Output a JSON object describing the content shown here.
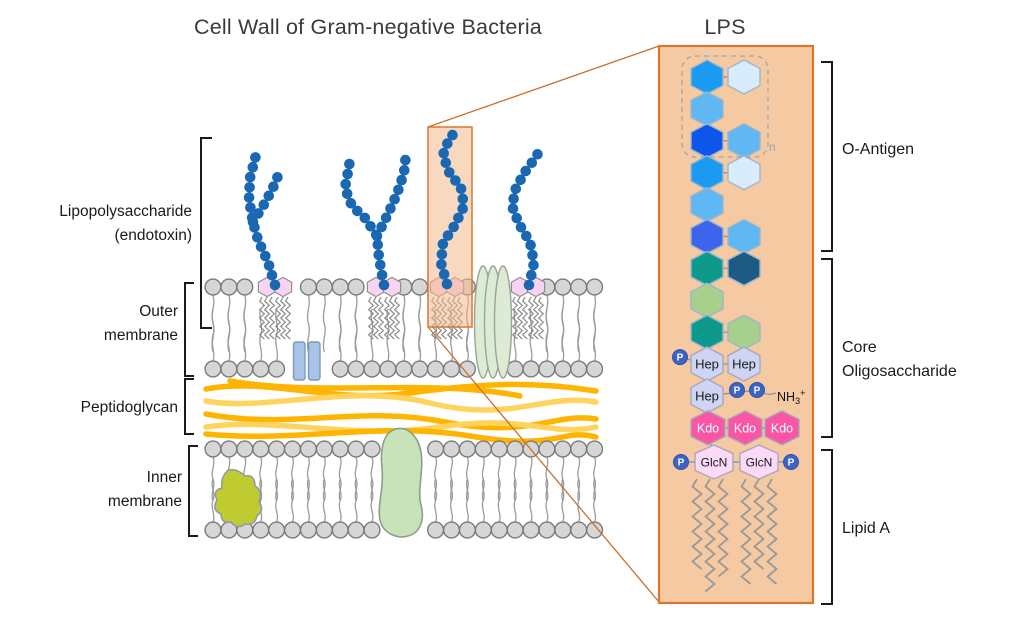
{
  "title": "Cell Wall of Gram-negative Bacteria",
  "panel": {
    "title": "LPS",
    "repeat_label": "n",
    "nh3": {
      "base": "NH",
      "sub": "3",
      "sup": "+"
    },
    "labels": {
      "hep": "Hep",
      "kdo": "Kdo",
      "glcn": "GlcN",
      "phosphate": "P"
    },
    "o_antigen_units": [
      {
        "main": "#1B9AF2",
        "side": "#D9ECFB"
      },
      {
        "main": "#5FB8F3",
        "side": null
      },
      {
        "main": "#0E55EA",
        "side": "#5FB8F3"
      },
      {
        "main": "#1B9AF2",
        "side": "#D9ECFB"
      },
      {
        "main": "#5FB8F3",
        "side": null
      },
      {
        "main": "#3C64EC",
        "side": "#5FB8F3"
      }
    ],
    "core_units": [
      {
        "main": "#0D998C",
        "side": "#1C5B84"
      },
      {
        "main": "#A6D08C",
        "side": null
      },
      {
        "main": "#0D998C",
        "side": "#A6D08C"
      }
    ]
  },
  "left_labels": {
    "lipopolysaccharide": [
      "Lipopolysaccharide",
      "(endotoxin)"
    ],
    "outer_membrane": [
      "Outer",
      "membrane"
    ],
    "peptidoglycan": [
      "Peptidoglycan"
    ],
    "inner_membrane": [
      "Inner",
      "membrane"
    ]
  },
  "right_labels": {
    "o_antigen": "O-Antigen",
    "core_oligosaccharide": [
      "Core",
      "Oligosaccharide"
    ],
    "lipid_a": "Lipid A"
  },
  "colors": {
    "panel_fill": "#F5C9A2",
    "panel_border": "#D9772E",
    "connector": "#C9702E",
    "membrane_head": "#D6D6D6",
    "membrane_stroke": "#7A7A7A",
    "tail": "#9B9B9B",
    "lps_anchor_pink": "#F8D3F2",
    "bead_blue": "#1A67B2",
    "porin_fill": "#A8C3E6",
    "porin_stroke": "#7B99C0",
    "protein_green_fill": "#DEEBD4",
    "protein_green_stroke": "#97A497",
    "blob_green_fill": "#C8E3B9",
    "blob_green_stroke": "#8E9D8E",
    "blob_yellowgreen": "#BFCB30",
    "peptidoglycan_gold": "#FFB400",
    "peptidoglycan_light": "#FFD45E",
    "hex_stroke": "#9FB6C8",
    "hep_fill": "#CDD4F4",
    "kdo_fill": "#F957A5",
    "glcn_fill": "#FBD9F8",
    "p_fill": "#3D63C6",
    "acyl": "#999999",
    "bracket": "#1A1A1A",
    "dashed_box": "#9AA7B5"
  }
}
